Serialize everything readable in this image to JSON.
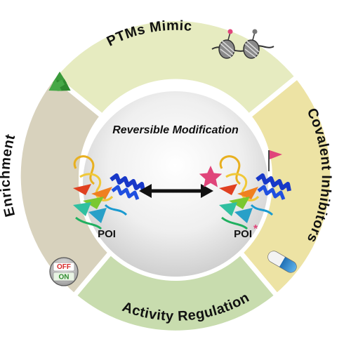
{
  "diagram": {
    "center": {
      "title": "Reversible Modification",
      "left_label": "POI",
      "right_label": "POI",
      "right_marker": "*"
    },
    "segments": [
      {
        "label": "PTMs Mimic",
        "icon": "nucleosome-icon"
      },
      {
        "label": "Covalent Inhibitors",
        "icon": "capsule-icon"
      },
      {
        "label": "Activity Regulation",
        "icon": "on-off-switch-icon"
      },
      {
        "label": "Enrichment",
        "icon": "recycle-icon"
      }
    ],
    "switch": {
      "off_text": "OFF",
      "on_text": "ON"
    },
    "colors": {
      "ptms_segment": "#e6ebc0",
      "covalent_segment": "#ede3a4",
      "activity_segment": "#c8dcae",
      "enrichment_segment": "#d8d2bd",
      "center_disc": "#e6e6e6",
      "modification_marker": "#e0457a",
      "recycle": "#3a9a3a",
      "capsule": "#3a8fd0"
    }
  }
}
